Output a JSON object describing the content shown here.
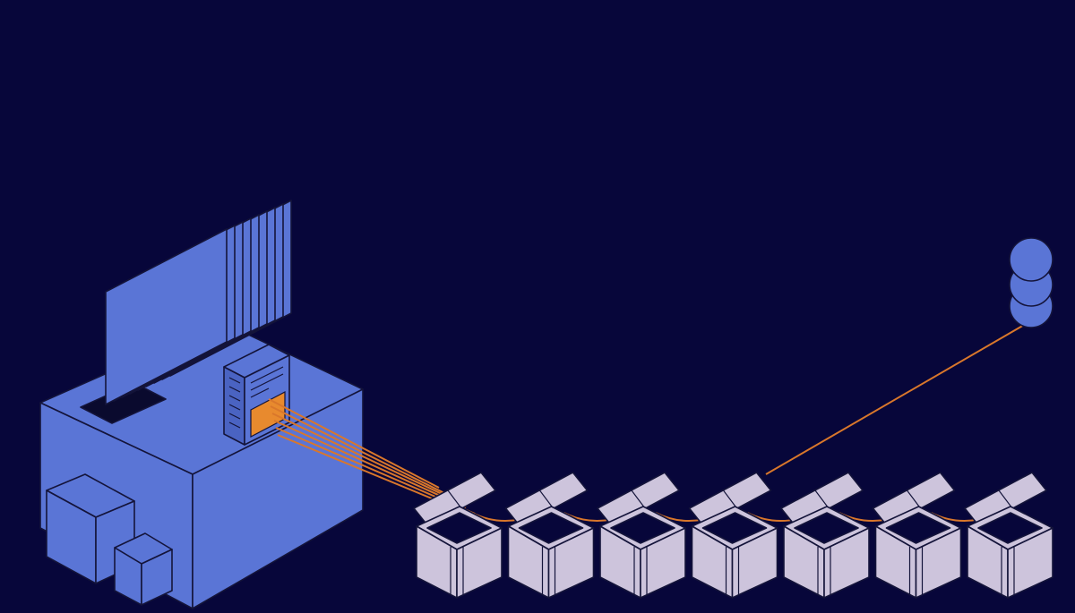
{
  "scene": {
    "background_color": "#07063a",
    "machine_color": "#5a75d6",
    "machine_dark_color": "#4a63c2",
    "box_color": "#cdc4dc",
    "box_shadow_color": "#b6adca",
    "wire_color": "#d9772b",
    "glow_color": "#e88a2e",
    "coin_color": "#5a75d6",
    "box_count": 7,
    "sheet_count": 9,
    "coin_count": 3
  }
}
